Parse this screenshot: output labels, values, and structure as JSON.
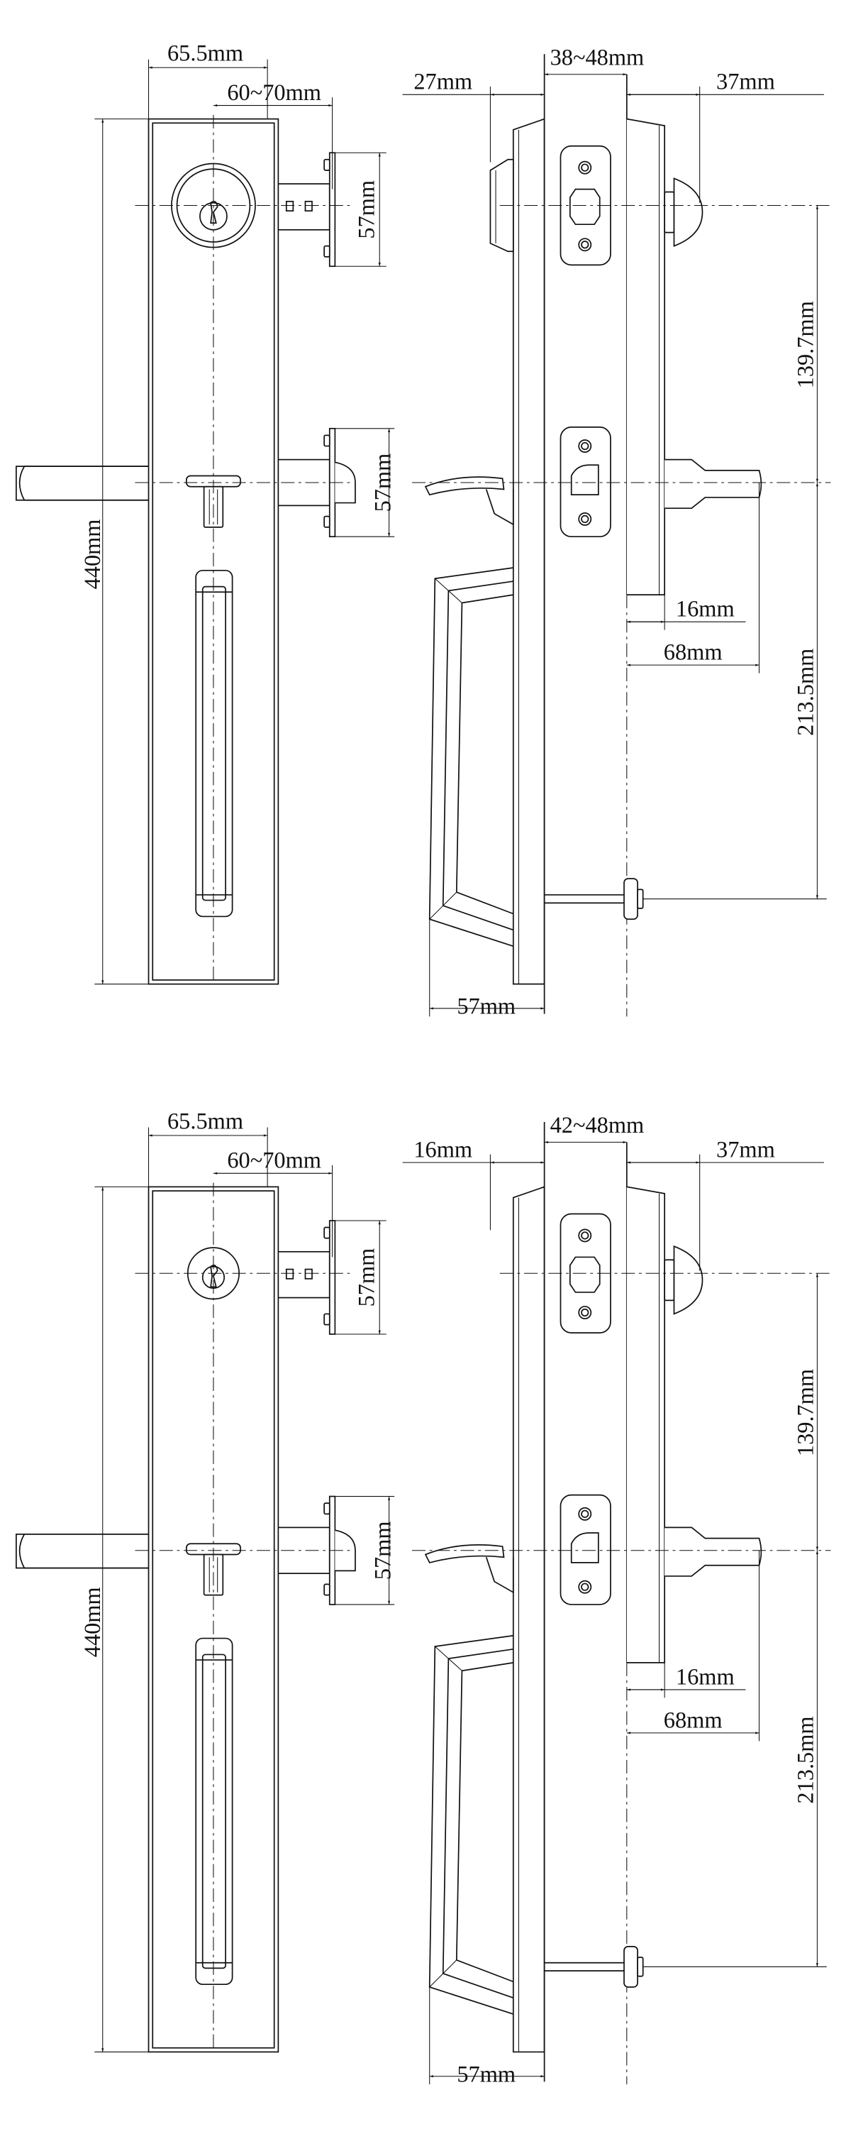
{
  "drawings": [
    {
      "front": {
        "width_label": "65.5mm",
        "backset_label": "60~70mm",
        "height_label": "440mm",
        "deadbolt_plate_label": "57mm",
        "latch_plate_label": "57mm"
      },
      "side": {
        "door_thickness_label": "38~48mm",
        "inside_projection_label": "27mm",
        "thumbturn_projection_label": "37mm",
        "deadbolt_to_latch_label": "139.7mm",
        "latch_to_bottom_label": "213.5mm",
        "escutcheon_depth_label": "16mm",
        "lever_projection_label": "68mm",
        "pull_projection_label": "57mm"
      }
    },
    {
      "front": {
        "width_label": "65.5mm",
        "backset_label": "60~70mm",
        "height_label": "440mm",
        "deadbolt_plate_label": "57mm",
        "latch_plate_label": "57mm"
      },
      "side": {
        "door_thickness_label": "42~48mm",
        "inside_projection_label": "16mm",
        "thumbturn_projection_label": "37mm",
        "deadbolt_to_latch_label": "139.7mm",
        "latch_to_bottom_label": "213.5mm",
        "escutcheon_depth_label": "16mm",
        "lever_projection_label": "68mm",
        "pull_projection_label": "57mm"
      }
    }
  ]
}
